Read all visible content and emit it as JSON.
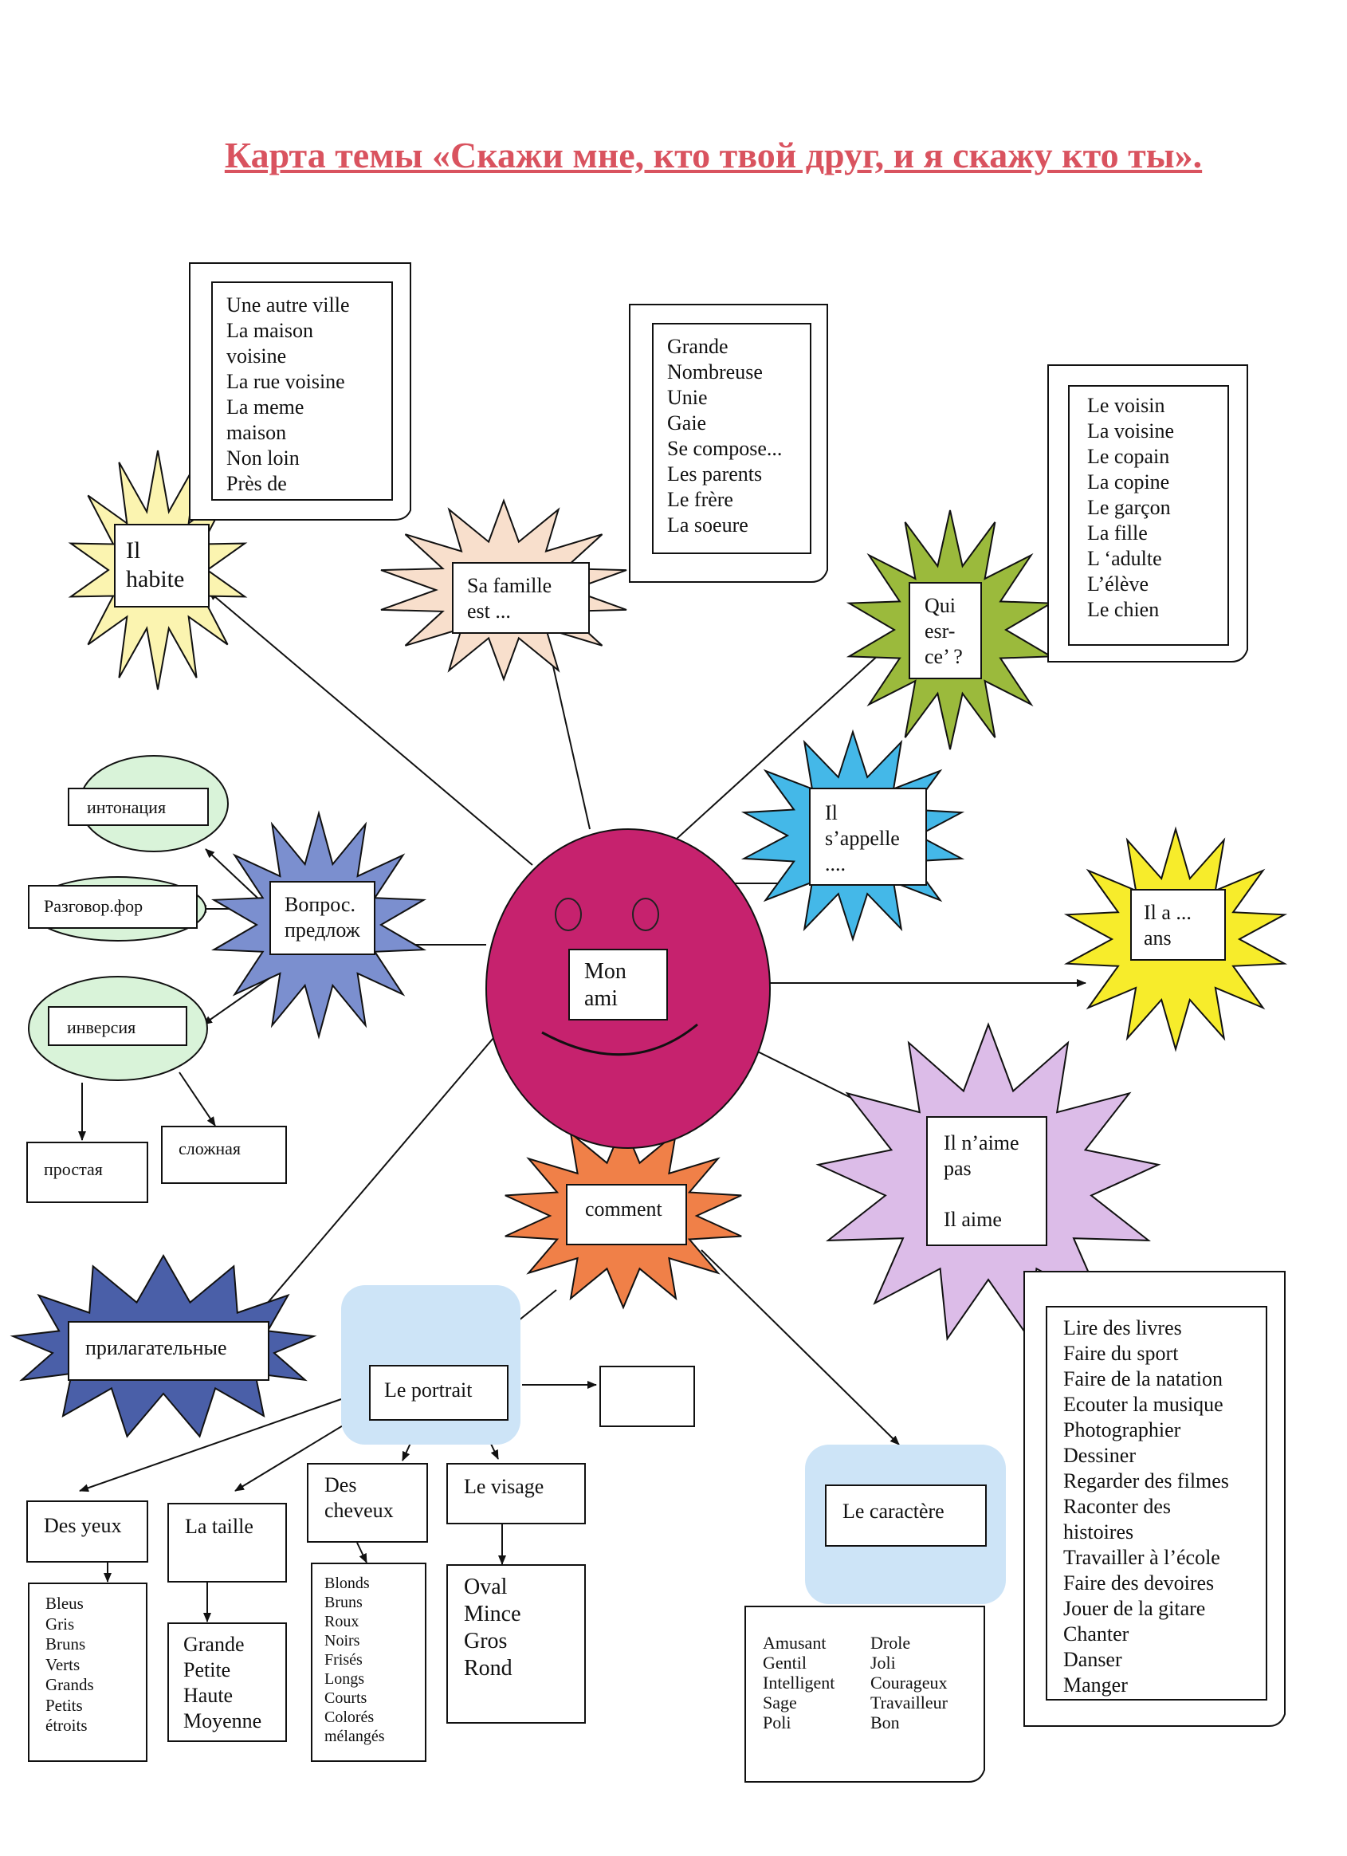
{
  "title": "Карта темы «Скажи мне, кто твой друг, и я скажу кто ты».",
  "colors": {
    "title": "#d9535f",
    "center": "#c6226e",
    "habite": "#fbf4b0",
    "famille": "#f8dfcc",
    "qui": "#9bba3c",
    "appelle": "#44b8e8",
    "age": "#f7ec2b",
    "vopros": "#7b8fcf",
    "aime": "#dcbce8",
    "comment": "#f08048",
    "adjectifs": "#4a5fa8",
    "bubbles": "#d9f3d9",
    "panels": "#cde4f7"
  },
  "center": {
    "label": "Mon\nami"
  },
  "nodes": {
    "habite": "Il\nhabite",
    "famille": "Sa famille\nest ...",
    "qui": "Qui\nesr-\nce’ ?",
    "appelle": "Il\ns’appelle\n....",
    "age": "Il a ...\nans",
    "vopros": "Вопрос.\nпредлож",
    "aime": "Il n’aime\npas\n\nIl aime",
    "comment": "comment",
    "adjectifs": "прилагательные",
    "portrait": "Le portrait",
    "caractere": "Le caractère"
  },
  "lists": {
    "habite": "Une autre ville\nLa maison\nvoisine\nLa rue voisine\nLa meme\nmaison\nNon loin\nPrès de",
    "famille": "Grande\nNombreuse\nUnie\nGaie\nSe compose...\nLes parents\nLe frère\nLa soeure",
    "qui": "Le voisin\nLa voisine\nLe copain\nLa copine\nLe garçon\nLa fille\nL ‘adulte\nL’élève\nLe chien",
    "aime": "Lire des livres\nFaire du sport\nFaire de la natation\nEcouter la musique\nPhotographier\nDessiner\nRegarder des filmes\nRaconter des\nhistoires\nTravailler à l’école\nFaire des devoires\nJouer de la gitare\nChanter\nDanser\nManger",
    "caractere_col1": "Amusant\nGentil\nIntelligent\nSage\nPoli",
    "caractere_col2": "Drole\nJoli\nCourageux\nTravailleur\nBon"
  },
  "questions": {
    "intonation": "интонация",
    "razgovor": "Разговор.фор",
    "inversion": "инверсия",
    "prostaya": "простая",
    "slozhnaya": "сложная"
  },
  "portrait": {
    "yeux": {
      "label": "Des yeux",
      "items": "Bleus\nGris\nBruns\nVerts\nGrands\nPetits\nétroits"
    },
    "taille": {
      "label": "La taille",
      "items": "Grande\nPetite\nHaute\nMoyenne"
    },
    "cheveux": {
      "label": "Des\ncheveux",
      "items": "Blonds\nBruns\nRoux\nNoirs\nFrisés\nLongs\nCourts\nColorés\nmélangés"
    },
    "visage": {
      "label": "Le visage",
      "items": "Oval\nMince\nGros\nRond"
    }
  }
}
